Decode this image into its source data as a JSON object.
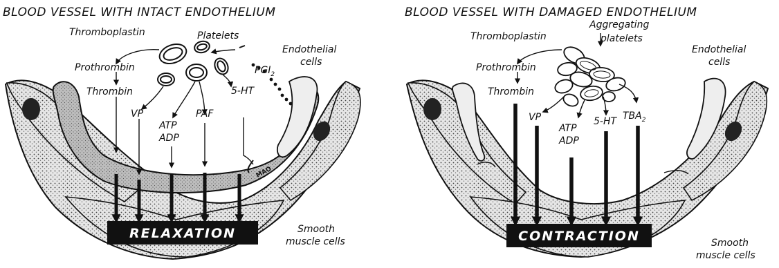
{
  "left": {
    "title": "BLOOD  VESSEL WITH INTACT ENDOTHELIUM",
    "thromboplastin": "Thromboplastin",
    "platelets": "Platelets",
    "prothrombin": "Prothrombin",
    "thrombin": "Thrombin",
    "pgi": "PGI",
    "pgi_sub": "2",
    "endothelial": [
      "Endothelial",
      "cells"
    ],
    "vp": "VP",
    "atp": "ATP",
    "adp": "ADP",
    "paf": "PAF",
    "ht": "5-HT",
    "mao": "MAO",
    "result": "RELAXATION",
    "smooth": [
      "Smooth",
      "muscle cells"
    ]
  },
  "right": {
    "title": "BLOOD VESSEL WITH DAMAGED ENDOTHELIUM",
    "thromboplastin": "Thromboplastin",
    "aggregating": [
      "Aggregating",
      "platelets"
    ],
    "prothrombin": "Prothrombin",
    "thrombin": "Thrombin",
    "endothelial": [
      "Endothelial",
      "cells"
    ],
    "vp": "VP",
    "atp": "ATP",
    "adp": "ADP",
    "ht": "5-HT",
    "tba": "TBA",
    "tba_sub": "2",
    "result": "CONTRACTION",
    "smooth": [
      "Smooth",
      "muscle cells"
    ]
  }
}
